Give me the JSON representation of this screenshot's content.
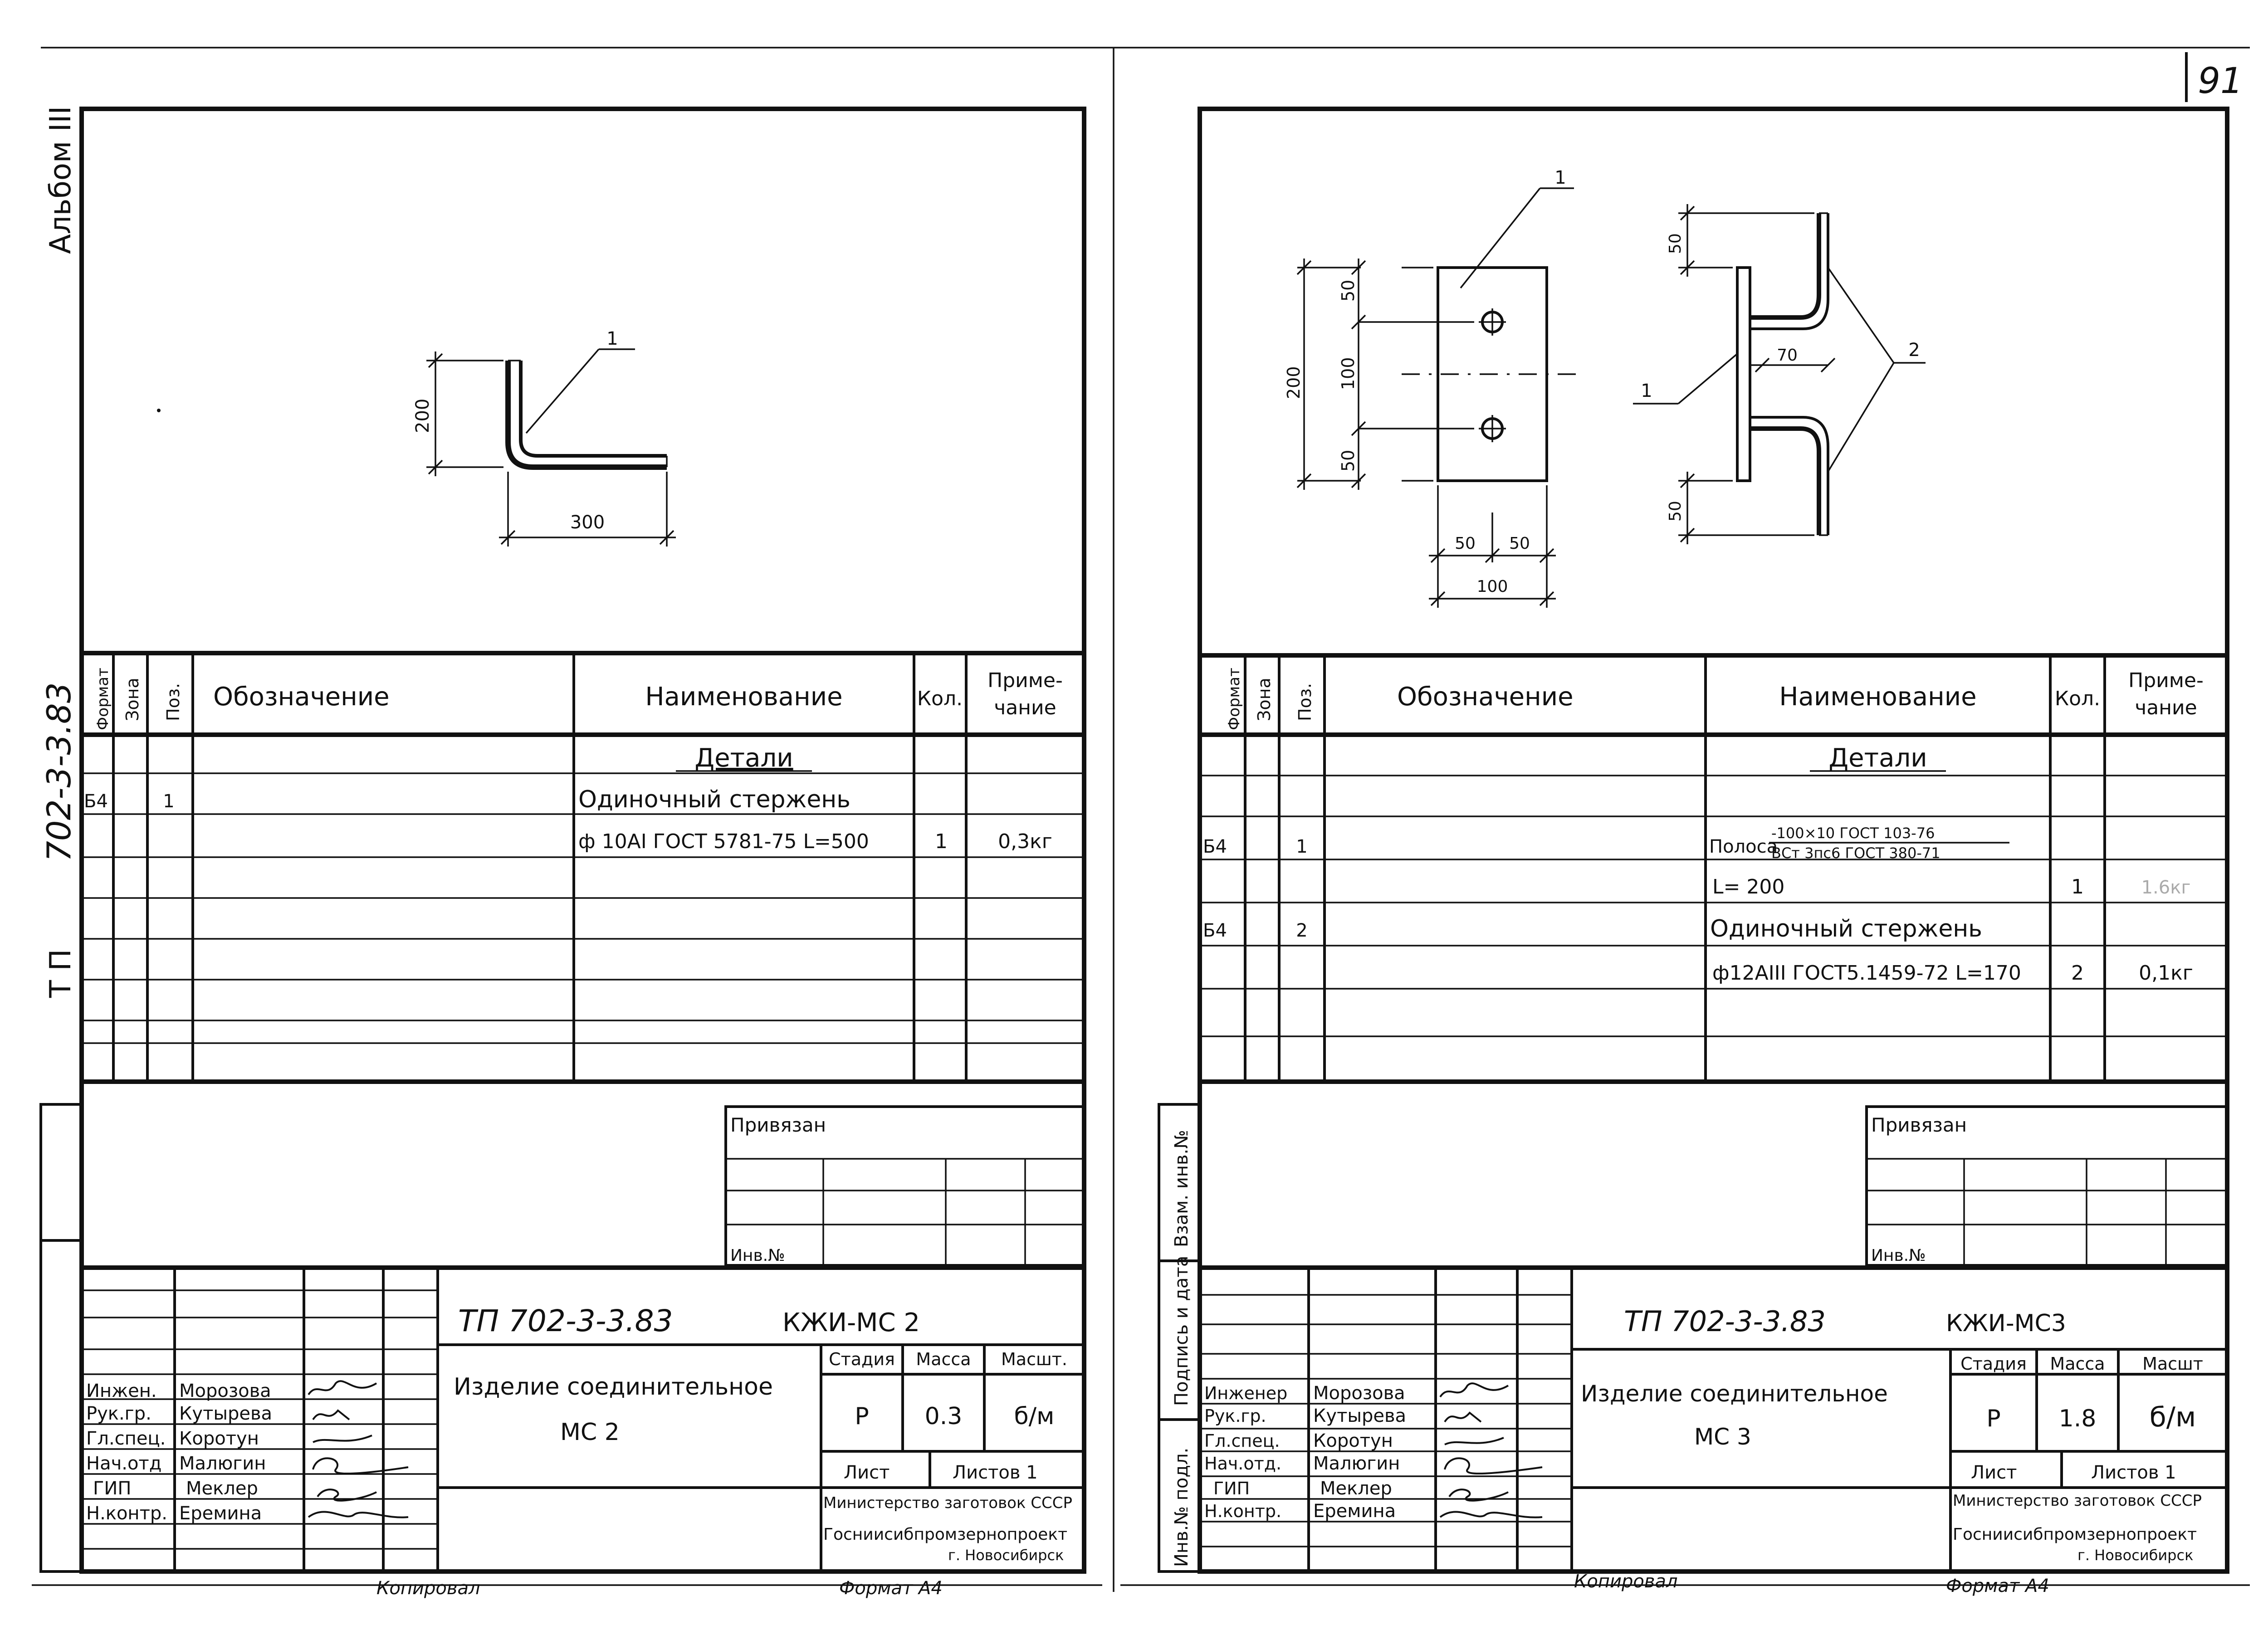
{
  "page_number": "91",
  "margin": {
    "album": "Альбом III",
    "project_code": "702-3-3.83",
    "tp": "Т П",
    "right_stamp": [
      "Инв.№ подл.",
      "Подпись и дата",
      "Взам. инв.№"
    ]
  },
  "table_headers": {
    "format": "Формат",
    "zone": "Зона",
    "pos": "Поз.",
    "designation": "Обозначение",
    "name": "Наименование",
    "qty": "Кол.",
    "note_l1": "Приме-",
    "note_l2": "чание"
  },
  "sheets": [
    {
      "id": "mc2",
      "drawing": {
        "dim_vertical": "200",
        "dim_horizontal": "300",
        "callout": "1"
      },
      "spec": {
        "section": "Детали",
        "rows": [
          {
            "format": "Б4",
            "pos": "1",
            "name": "Одиночный стержень",
            "qty": "",
            "note": ""
          },
          {
            "format": "",
            "pos": "",
            "name": "ф 10АI ГОСТ 5781-75 L=500",
            "qty": "1",
            "note": "0,3кг"
          }
        ]
      },
      "stamp": {
        "privyazan": "Привязан",
        "inv": "Инв.№",
        "code": "ТП  702-3-3.83",
        "doc": "КЖИ-МС 2",
        "title_l1": "Изделие соединительное",
        "title_l2": "МС 2",
        "stage_label": "Стадия",
        "mass_label": "Масса",
        "scale_label": "Масшт.",
        "stage": "Р",
        "mass": "0.3",
        "scale": "б/м",
        "sheet_label": "Лист",
        "sheets_label": "Листов 1",
        "org_l1": "Министерство заготовок СССР",
        "org_l2": "Госниисибпромзернопроект",
        "org_l3": "г. Новосибирск",
        "roles": [
          {
            "role": "Инжен.",
            "name": "Морозова"
          },
          {
            "role": "Рук.гр.",
            "name": "Кутырева"
          },
          {
            "role": "Гл.спец.",
            "name": "Коротун"
          },
          {
            "role": "Нач.отд",
            "name": "Малюгин"
          },
          {
            "role": "ГИП",
            "name": "Меклер"
          },
          {
            "role": "Н.контр.",
            "name": "Еремина"
          }
        ]
      },
      "footer": {
        "copied": "Копировал",
        "format": "Формат А4"
      }
    },
    {
      "id": "mc3",
      "drawing": {
        "dim_200": "200",
        "dim_50_top": "50",
        "dim_100": "100",
        "dim_50_bottom": "50",
        "dim_50_w1": "50",
        "dim_50_w2": "50",
        "dim_100_w": "100",
        "dim_70": "70",
        "dim_50_side_top": "50",
        "dim_50_side_bottom": "50",
        "callout_1_top": "1",
        "callout_1_side": "1",
        "callout_2": "2"
      },
      "spec": {
        "section": "Детали",
        "rows": [
          {
            "format": "Б4",
            "pos": "1",
            "name_prefix": "Полоса",
            "name_num": "-100×10 ГОСТ 103-76",
            "name_den": "ВСт 3пс6 ГОСТ 380-71",
            "qty": "",
            "note": ""
          },
          {
            "format": "",
            "pos": "",
            "name": "L= 200",
            "qty": "1",
            "note": "1.6кг"
          },
          {
            "format": "Б4",
            "pos": "2",
            "name": "Одиночный стержень",
            "qty": "",
            "note": ""
          },
          {
            "format": "",
            "pos": "",
            "name": "ф12АIII ГОСТ5.1459-72 L=170",
            "qty": "2",
            "note": "0,1кг"
          }
        ]
      },
      "stamp": {
        "privyazan": "Привязан",
        "inv": "Инв.№",
        "code": "ТП  702-3-3.83",
        "doc": "КЖИ-МС3",
        "title_l1": "Изделие соединительное",
        "title_l2": "МС 3",
        "stage_label": "Стадия",
        "mass_label": "Масса",
        "scale_label": "Масшт",
        "stage": "Р",
        "mass": "1.8",
        "scale": "б/м",
        "sheet_label": "Лист",
        "sheets_label": "Листов 1",
        "org_l1": "Министерство заготовок СССР",
        "org_l2": "Госниисибпромзернопроект",
        "org_l3": "г. Новосибирск",
        "roles": [
          {
            "role": "Инженер",
            "name": "Морозова"
          },
          {
            "role": "Рук.гр.",
            "name": "Кутырева"
          },
          {
            "role": "Гл.спец.",
            "name": "Коротун"
          },
          {
            "role": "Нач.отд.",
            "name": "Малюгин"
          },
          {
            "role": "ГИП",
            "name": "Меклер"
          },
          {
            "role": "Н.контр.",
            "name": "Еремина"
          }
        ]
      },
      "footer": {
        "copied": "Копировал",
        "format": "Формат А4"
      }
    }
  ]
}
